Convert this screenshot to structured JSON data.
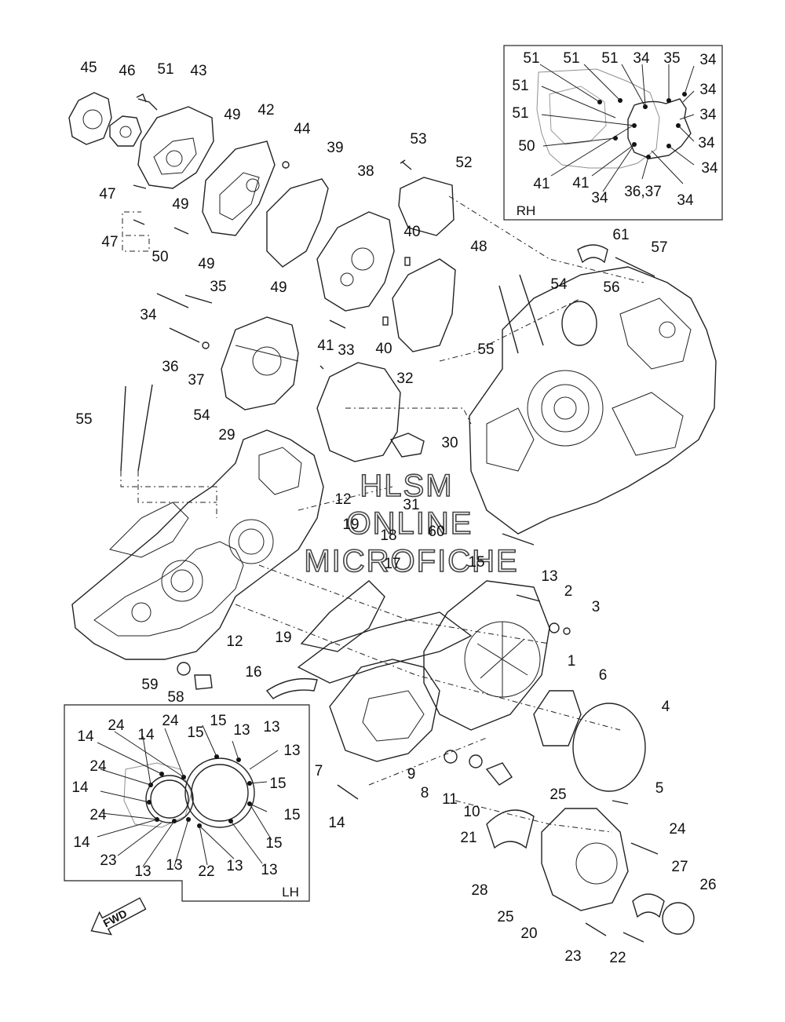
{
  "watermark": {
    "line1": "HLSM",
    "line2": "ONLINE",
    "line3": "MICROFICHE"
  },
  "insets": {
    "rh": {
      "title": "RH"
    },
    "lh": {
      "title": "LH"
    }
  },
  "fwd_arrow": {
    "label": "FWD"
  },
  "callouts_main": [
    "45",
    "46",
    "51",
    "43",
    "49",
    "42",
    "44",
    "39",
    "38",
    "53",
    "52",
    "47",
    "49",
    "47",
    "50",
    "49",
    "49",
    "40",
    "48",
    "61",
    "57",
    "54",
    "56",
    "35",
    "34",
    "36",
    "37",
    "41",
    "33",
    "40",
    "55",
    "32",
    "55",
    "54",
    "29",
    "30",
    "31",
    "12",
    "19",
    "18",
    "60",
    "17",
    "15",
    "13",
    "2",
    "3",
    "1",
    "6",
    "4",
    "5",
    "12",
    "19",
    "16",
    "59",
    "58",
    "7",
    "9",
    "8",
    "11",
    "10",
    "14",
    "25",
    "24",
    "21",
    "27",
    "26",
    "28",
    "25",
    "20",
    "23",
    "22"
  ],
  "callouts_rh": [
    "51",
    "51",
    "51",
    "34",
    "35",
    "34",
    "51",
    "34",
    "51",
    "34",
    "50",
    "34",
    "41",
    "34",
    "41",
    "36,37",
    "34",
    "34"
  ],
  "callouts_lh": [
    "24",
    "24",
    "15",
    "13",
    "13",
    "14",
    "14",
    "13",
    "24",
    "15",
    "14",
    "15",
    "24",
    "15",
    "14",
    "15",
    "23",
    "13",
    "13",
    "22",
    "13",
    "13"
  ]
}
